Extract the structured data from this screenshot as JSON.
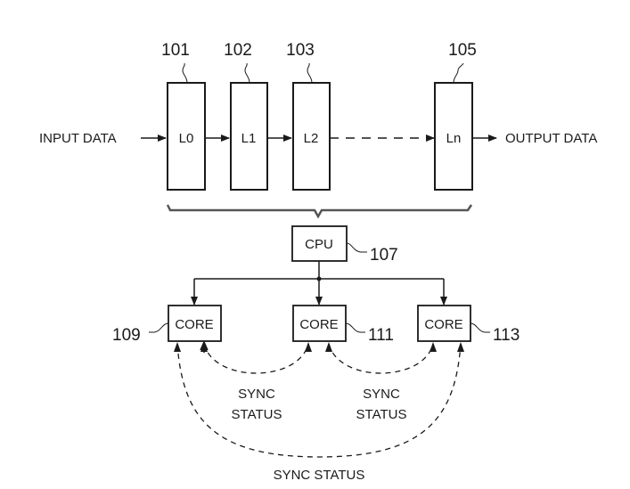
{
  "pipeline": {
    "input_label": "INPUT DATA",
    "output_label": "OUTPUT DATA",
    "layers": [
      {
        "label": "L0",
        "ref": "101"
      },
      {
        "label": "L1",
        "ref": "102"
      },
      {
        "label": "L2",
        "ref": "103"
      },
      {
        "label": "Ln",
        "ref": "105"
      }
    ]
  },
  "cpu": {
    "label": "CPU",
    "ref": "107"
  },
  "cores": [
    {
      "label": "CORE",
      "ref": "109"
    },
    {
      "label": "CORE",
      "ref": "111"
    },
    {
      "label": "CORE",
      "ref": "113"
    }
  ],
  "sync": {
    "left": [
      "SYNC",
      "STATUS"
    ],
    "right": [
      "SYNC",
      "STATUS"
    ],
    "outer": "SYNC STATUS"
  },
  "colors": {
    "stroke": "#1a1a1a",
    "background": "#ffffff"
  }
}
